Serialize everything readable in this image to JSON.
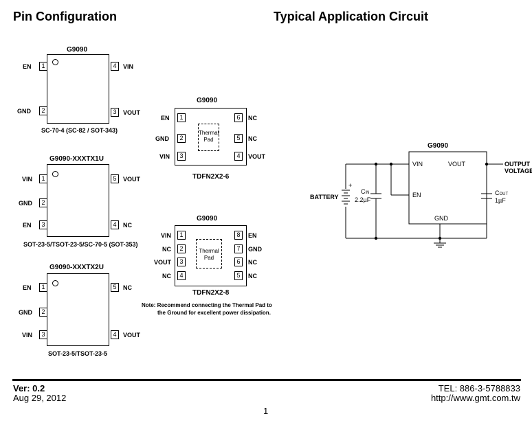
{
  "headings": {
    "pin_config": "Pin Configuration",
    "app_circuit": "Typical Application Circuit"
  },
  "pkg1": {
    "title": "G9090",
    "left": [
      {
        "name": "EN",
        "num": "1"
      },
      {
        "name": "GND",
        "num": "2"
      }
    ],
    "right": [
      {
        "name": "VIN",
        "num": "4"
      },
      {
        "name": "VOUT",
        "num": "3"
      }
    ],
    "caption": "SC-70-4 (SC-82 / SOT-343)"
  },
  "pkg2": {
    "title": "G9090-XXXTX1U",
    "left": [
      {
        "name": "VIN",
        "num": "1"
      },
      {
        "name": "GND",
        "num": "2"
      },
      {
        "name": "EN",
        "num": "3"
      }
    ],
    "right": [
      {
        "name": "VOUT",
        "num": "5"
      },
      {
        "name": "NC",
        "num": "4"
      }
    ],
    "caption": "SOT-23-5/TSOT-23-5/SC-70-5 (SOT-353)"
  },
  "pkg3": {
    "title": "G9090-XXXTX2U",
    "left": [
      {
        "name": "EN",
        "num": "1"
      },
      {
        "name": "GND",
        "num": "2"
      },
      {
        "name": "VIN",
        "num": "3"
      }
    ],
    "right": [
      {
        "name": "NC",
        "num": "5"
      },
      {
        "name": "VOUT",
        "num": "4"
      }
    ],
    "caption": "SOT-23-5/TSOT-23-5"
  },
  "tdfn6": {
    "title": "G9090",
    "left": [
      {
        "name": "EN",
        "num": "1"
      },
      {
        "name": "GND",
        "num": "2"
      },
      {
        "name": "VIN",
        "num": "3"
      }
    ],
    "right": [
      {
        "name": "NC",
        "num": "6"
      },
      {
        "name": "NC",
        "num": "5"
      },
      {
        "name": "VOUT",
        "num": "4"
      }
    ],
    "pad": [
      "Thermal",
      "Pad"
    ],
    "caption": "TDFN2X2-6"
  },
  "tdfn8": {
    "title": "G9090",
    "left": [
      {
        "name": "VIN",
        "num": "1"
      },
      {
        "name": "NC",
        "num": "2"
      },
      {
        "name": "VOUT",
        "num": "3"
      },
      {
        "name": "NC",
        "num": "4"
      }
    ],
    "right": [
      {
        "name": "EN",
        "num": "8"
      },
      {
        "name": "GND",
        "num": "7"
      },
      {
        "name": "NC",
        "num": "6"
      },
      {
        "name": "NC",
        "num": "5"
      }
    ],
    "pad": [
      "Thermal",
      "Pad"
    ],
    "caption": "TDFN2X2-8",
    "note_line1": "Note: Recommend connecting the Thermal Pad  to",
    "note_line2": "the Ground for excellent power dissipation."
  },
  "circuit": {
    "ic_title": "G9090",
    "pin_vin": "VIN",
    "pin_vout": "VOUT",
    "pin_en": "EN",
    "pin_gnd": "GND",
    "output_l1": "OUTPUT",
    "output_l2": "VOLTAGE",
    "battery": "BATTERY",
    "cin_label": "C",
    "cin_sub": "IN",
    "cin_value": "2.2µF",
    "cout_label": "C",
    "cout_sub": "OUT",
    "cout_value": "1µF",
    "plus": "+"
  },
  "footer": {
    "version": "Ver: 0.2",
    "date": "Aug 29, 2012",
    "tel": "TEL: 886-3-5788833",
    "url": "http://www.gmt.com.tw",
    "page": "1"
  }
}
